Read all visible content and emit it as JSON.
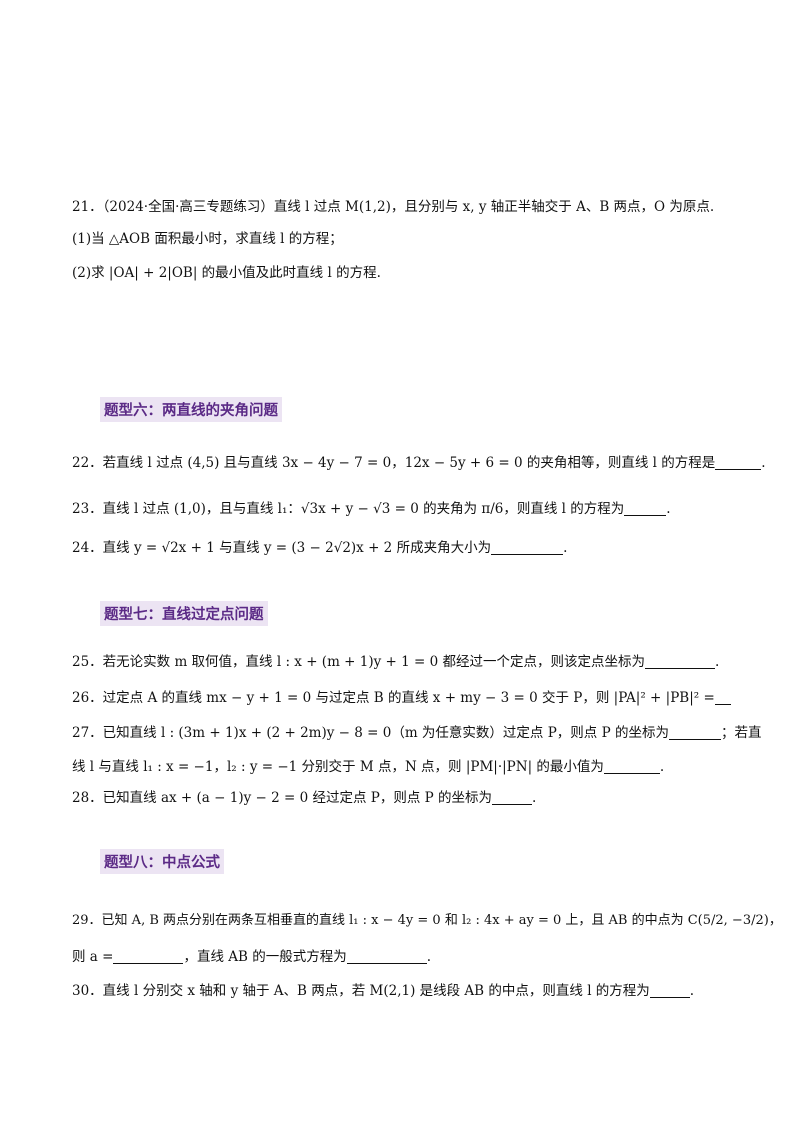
{
  "q21": {
    "line1": "21．（2024·全国·高三专题练习）直线 l 过点 M(1,2)，且分别与 x, y 轴正半轴交于 A、B 两点，O 为原点.",
    "line2": "(1)当 △AOB 面积最小时，求直线 l 的方程；",
    "line3": "(2)求 |OA| + 2|OB| 的最小值及此时直线 l 的方程."
  },
  "heading6": "题型六：两直线的夹角问题",
  "q22": "22．若直线 l 过点 (4,5) 且与直线 3x − 4y − 7 = 0，12x − 5y + 6 = 0 的夹角相等，则直线 l 的方程是",
  "q23": "23．直线 l 过点 (1,0)，且与直线 l₁：√3x + y − √3 = 0 的夹角为 π/6，则直线 l 的方程为",
  "q24": "24．直线 y = √2x + 1 与直线 y = (3 − 2√2)x + 2 所成夹角大小为",
  "heading7": "题型七：直线过定点问题",
  "q25": "25．若无论实数 m 取何值，直线 l : x + (m + 1)y + 1 = 0 都经过一个定点，则该定点坐标为",
  "q26": "26．过定点 A 的直线 mx − y + 1 = 0 与过定点 B 的直线 x + my − 3 = 0 交于 P，则 |PA|² + |PB|² =",
  "q27": {
    "line1": "27．已知直线 l : (3m + 1)x + (2 + 2m)y − 8 = 0（m 为任意实数）过定点 P，则点 P 的坐标为",
    "line1b": "；若直",
    "line2": "线 l 与直线 l₁ : x = −1，l₂ : y = −1 分别交于 M 点，N 点，则 |PM|·|PN| 的最小值为"
  },
  "q28": "28．已知直线 ax + (a − 1)y − 2 = 0 经过定点 P，则点 P 的坐标为",
  "heading8": "题型八：中点公式",
  "q29": {
    "line1": "29．已知 A, B 两点分别在两条互相垂直的直线 l₁ : x − 4y = 0 和 l₂ : 4x + ay = 0 上，且 AB 的中点为 C(5/2, −3/2)，",
    "line2a": "则 a =",
    "line2b": "，直线 AB 的一般式方程为"
  },
  "q30": "30．直线 l 分别交 x 轴和 y 轴于 A、B 两点，若 M(2,1) 是线段 AB 的中点，则直线 l 的方程为",
  "period": "."
}
